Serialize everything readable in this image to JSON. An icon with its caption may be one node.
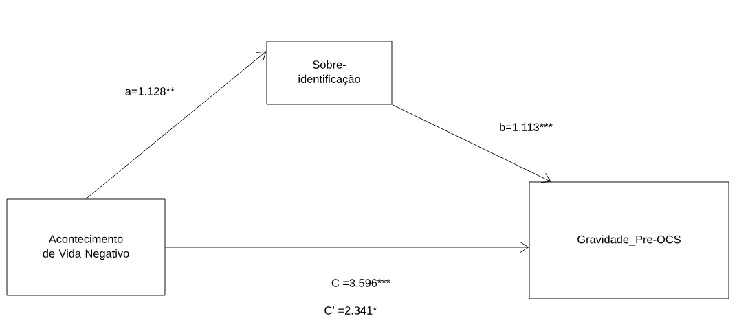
{
  "diagram": {
    "nodes": [
      {
        "text": [
          "Sobre- identificação"
        ]
      },
      {
        "text": [
          "Acontecimento de Vida Negativo"
        ]
      },
      {
        "text": [
          "Gravidade_Pre-OCS"
        ]
      }
    ],
    "edges": [
      {
        "from": 1,
        "to": 0,
        "arrow": "to",
        "label": "a=1.128**"
      },
      {
        "from": 0,
        "to": 2,
        "arrow": "to",
        "label": "b=1.113***"
      },
      {
        "from": 1,
        "to": 2,
        "arrow": "to",
        "label": "C =3.596***"
      }
    ],
    "labels": [
      "C’ =2.341*"
    ]
  }
}
